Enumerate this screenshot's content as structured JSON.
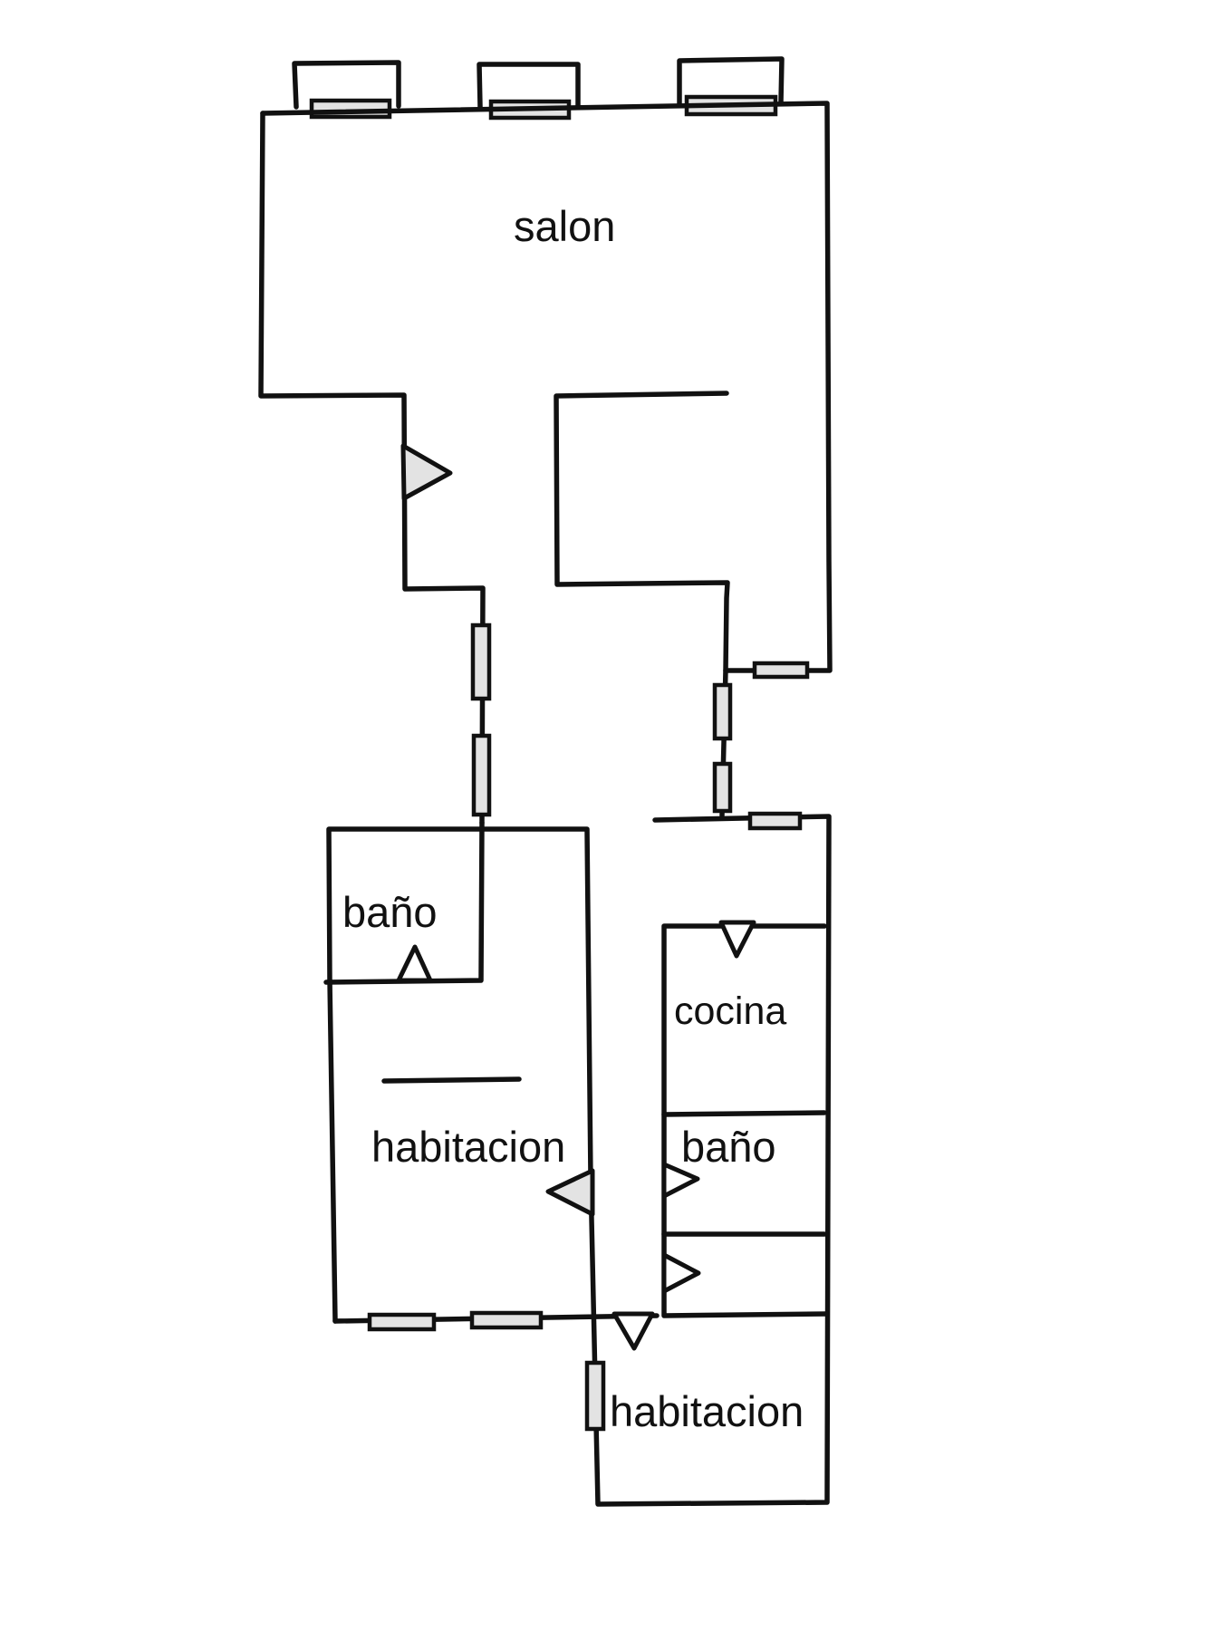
{
  "rooms": {
    "salon": "salon",
    "bano_left": "baño",
    "habitacion_left": "habitacion",
    "cocina": "cocina",
    "bano_right": "baño",
    "habitacion_right": "habitacion"
  },
  "colors": {
    "wall": "#111111",
    "window_fill": "#e3e3e3",
    "background": "#ffffff"
  }
}
